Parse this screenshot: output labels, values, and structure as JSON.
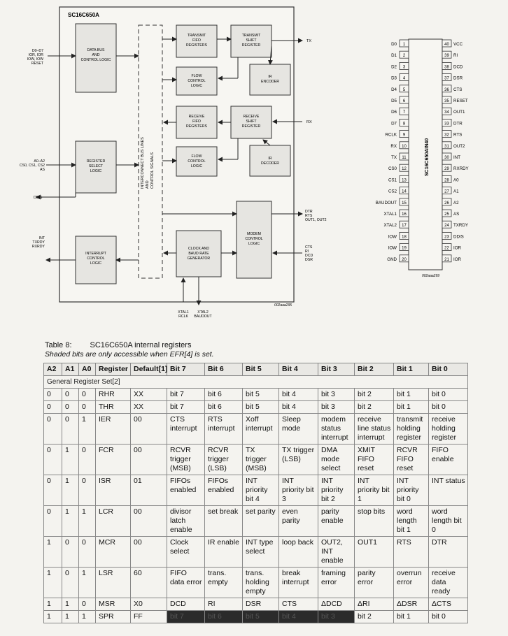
{
  "diagram": {
    "chip_name": "SC16C650A",
    "figure_id": "002aaa295",
    "blocks": {
      "data_bus": "DATA BUS\nAND\nCONTROL LOGIC",
      "register_select": "REGISTER\nSELECT\nLOGIC",
      "interrupt_control": "INTERRUPT\nCONTROL\nLOGIC",
      "interconnect": "INTERCONNECT BUS LINES\nAND\nCONTROL SIGNALS",
      "tx_fifo": "TRANSMIT\nFIFO\nREGISTERS",
      "tx_shift": "TRANSMIT\nSHIFT\nREGISTER",
      "flow1": "FLOW\nCONTROL\nLOGIC",
      "ir_encoder": "IR\nENCODER",
      "rx_fifo": "RECEIVE\nFIFO\nREGISTERS",
      "rx_shift": "RECEIVE\nSHIFT\nREGISTER",
      "flow2": "FLOW\nCONTROL\nLOGIC",
      "ir_decoder": "IR\nDECODER",
      "modem": "MODEM\nCONTROL\nLOGIC",
      "clock": "CLOCK AND\nBAUD RATE\nGENERATOR"
    },
    "signals": {
      "data_in": "D0–D7\nIOR, IOR\nIOW, IOW\nRESET",
      "addr_in": "A0–A2\nCS0, CS1, CS2\nAS",
      "ddis": "DDIS",
      "int_out": "INT\nTXRDY\nRXRDY",
      "tx": "TX",
      "rx": "RX",
      "modem_out": "DTR\nRTS\nOUT1, OUT2",
      "modem_in": "CTS\nRI\nDCD\nDSR",
      "xtal_left": "XTAL1\nRCLK",
      "xtal_right": "XTAL2\nBAUDOUT"
    }
  },
  "pinout": {
    "package": "SC16C650AIN40",
    "figure_id": "002aaa299",
    "left": [
      "D0",
      "D1",
      "D2",
      "D3",
      "D4",
      "D5",
      "D6",
      "D7",
      "RCLK",
      "RX",
      "TX",
      "CS0",
      "CS1",
      "CS2",
      "BAUDOUT",
      "XTAL1",
      "XTAL2",
      "IOW",
      "IOW",
      "GND"
    ],
    "right": [
      "VCC",
      "RI",
      "DCD",
      "DSR",
      "CTS",
      "RESET",
      "OUT1",
      "DTR",
      "RTS",
      "OUT2",
      "INT",
      "RXRDY",
      "A0",
      "A1",
      "A2",
      "AS",
      "TXRDY",
      "DDIS",
      "IOR",
      "IOR"
    ],
    "right_numbers": [
      "40",
      "39",
      "38",
      "37",
      "36",
      "35",
      "34",
      "33",
      "32",
      "31",
      "30",
      "29",
      "28",
      "27",
      "26",
      "25",
      "24",
      "23",
      "22",
      "21"
    ],
    "left_numbers": [
      "1",
      "2",
      "3",
      "4",
      "5",
      "6",
      "7",
      "8",
      "9",
      "10",
      "11",
      "12",
      "13",
      "14",
      "15",
      "16",
      "17",
      "18",
      "19",
      "20"
    ]
  },
  "table": {
    "label": "Table 8:",
    "title": "SC16C650A internal registers",
    "note": "Shaded bits are only accessible when EFR[4] is set.",
    "headers": [
      "A2",
      "A1",
      "A0",
      "Register",
      "Default[1]",
      "Bit 7",
      "Bit 6",
      "Bit 5",
      "Bit 4",
      "Bit 3",
      "Bit 2",
      "Bit 1",
      "Bit 0"
    ],
    "section": "General Register Set[2]",
    "rows": [
      [
        "0",
        "0",
        "0",
        "RHR",
        "XX",
        "bit 7",
        "bit 6",
        "bit 5",
        "bit 4",
        "bit 3",
        "bit 2",
        "bit 1",
        "bit 0"
      ],
      [
        "0",
        "0",
        "0",
        "THR",
        "XX",
        "bit 7",
        "bit 6",
        "bit 5",
        "bit 4",
        "bit 3",
        "bit 2",
        "bit 1",
        "bit 0"
      ],
      [
        "0",
        "0",
        "1",
        "IER",
        "00",
        "CTS interrupt",
        "RTS interrupt",
        "Xoff interrupt",
        "Sleep mode",
        "modem status interrupt",
        "receive line status interrupt",
        "transmit holding register",
        "receive holding register"
      ],
      [
        "0",
        "1",
        "0",
        "FCR",
        "00",
        "RCVR trigger (MSB)",
        "RCVR trigger (LSB)",
        "TX trigger (MSB)",
        "TX trigger (LSB)",
        "DMA mode select",
        "XMIT FIFO reset",
        "RCVR FIFO reset",
        "FIFO enable"
      ],
      [
        "0",
        "1",
        "0",
        "ISR",
        "01",
        "FIFOs enabled",
        "FIFOs enabled",
        "INT priority bit 4",
        "INT priority bit 3",
        "INT priority bit 2",
        "INT priority bit 1",
        "INT priority bit 0",
        "INT status"
      ],
      [
        "0",
        "1",
        "1",
        "LCR",
        "00",
        "divisor latch enable",
        "set break",
        "set parity",
        "even parity",
        "parity enable",
        "stop bits",
        "word length bit 1",
        "word length bit 0"
      ],
      [
        "1",
        "0",
        "0",
        "MCR",
        "00",
        "Clock select",
        "IR enable",
        "INT type select",
        "loop back",
        "OUT2, INT enable",
        "OUT1",
        "RTS",
        "DTR"
      ],
      [
        "1",
        "0",
        "1",
        "LSR",
        "60",
        "FIFO data error",
        "trans. empty",
        "trans. holding empty",
        "break interrupt",
        "framing error",
        "parity error",
        "overrun error",
        "receive data ready"
      ],
      [
        "1",
        "1",
        "0",
        "MSR",
        "X0",
        "DCD",
        "RI",
        "DSR",
        "CTS",
        "ΔDCD",
        "ΔRI",
        "ΔDSR",
        "ΔCTS"
      ],
      [
        "1",
        "1",
        "1",
        "SPR",
        "FF",
        "bit 7",
        "bit 6",
        "bit 5",
        "bit 4",
        "bit 3",
        "bit 2",
        "bit 1",
        "bit 0"
      ]
    ]
  }
}
